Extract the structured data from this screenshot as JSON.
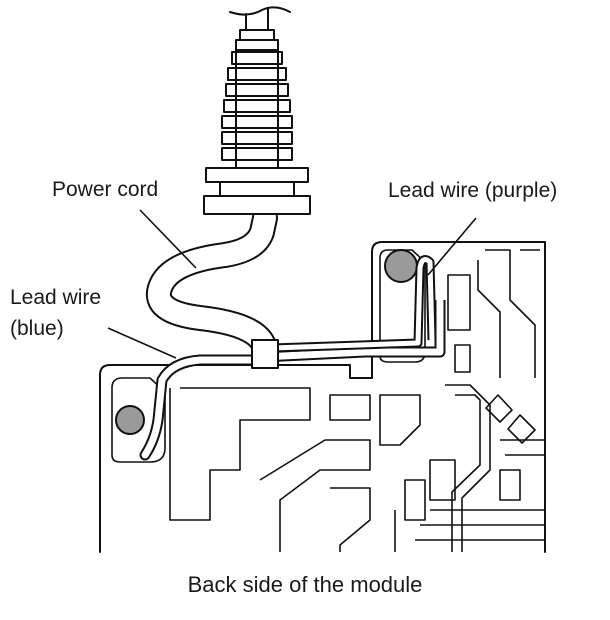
{
  "labels": {
    "power_cord": "Power cord",
    "lead_wire_purple": "Lead wire (purple)",
    "lead_wire_blue_line1": "Lead wire",
    "lead_wire_blue_line2": "(blue)"
  },
  "caption": "Back side of the module",
  "colors": {
    "line": "#111111",
    "screw_fill": "#9a9a9a",
    "background": "#ffffff"
  }
}
